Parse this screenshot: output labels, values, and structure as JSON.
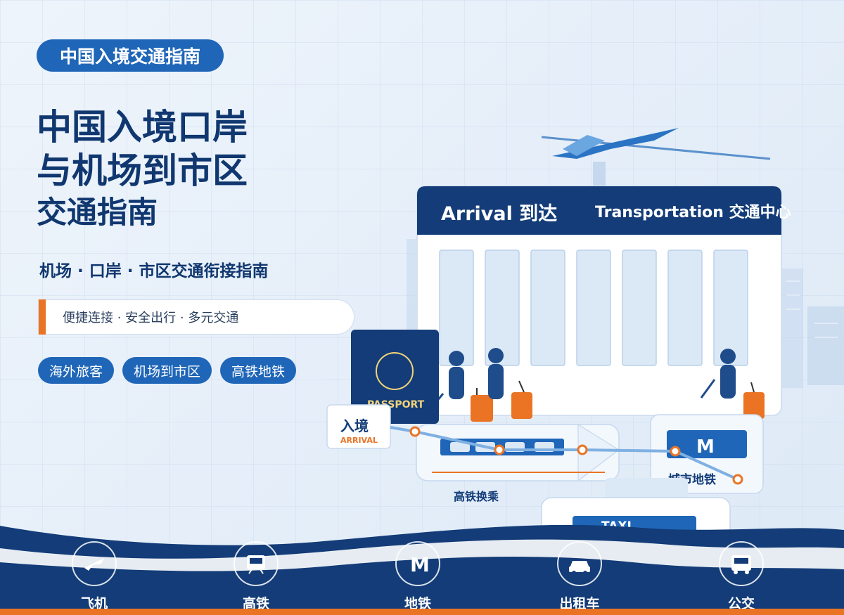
{
  "badge": "中国入境交通指南",
  "title": {
    "line1": "中国入境口岸",
    "line2": "与机场到市区",
    "line3": "交通指南"
  },
  "subtitle": "机场 · 口岸 · 市区交通衔接指南",
  "tagline": "便捷连接 · 安全出行 · 多元交通",
  "chips": [
    "海外旅客",
    "机场到市区",
    "高铁地铁"
  ],
  "illustration": {
    "arrival_sign": "Arrival 到达",
    "transport_sign": "Transportation 交通中心",
    "passport_label": "PASSPORT",
    "entry_label": "入境",
    "entry_sub": "ARRIVAL",
    "hsr_label": "高铁换乘",
    "metro_letter": "M",
    "metro_label": "城市地铁",
    "taxi_label": "TAXI"
  },
  "nav": [
    {
      "label": "飞机",
      "icon": "airplane-icon"
    },
    {
      "label": "高铁",
      "icon": "train-icon"
    },
    {
      "label": "地铁",
      "icon": "metro-icon"
    },
    {
      "label": "出租车",
      "icon": "taxi-icon"
    },
    {
      "label": "公交",
      "icon": "bus-icon"
    }
  ],
  "colors": {
    "primary": "#1f66b8",
    "navy": "#10376f",
    "accent": "#ea7424"
  }
}
